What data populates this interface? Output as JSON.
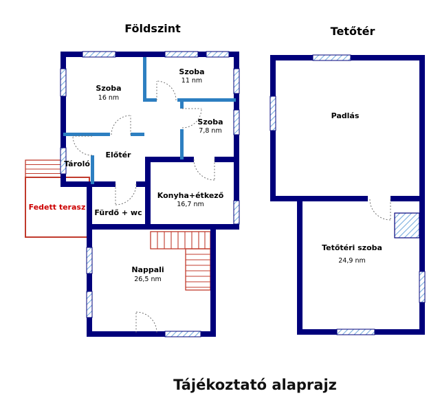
{
  "titles": {
    "ground_floor": "Földszint",
    "attic": "Tetőtér",
    "caption": "Tájékoztató alaprajz"
  },
  "ground_floor": {
    "rooms": {
      "szoba16": {
        "name": "Szoba",
        "area": "16 nm"
      },
      "szoba11": {
        "name": "Szoba",
        "area": "11 nm"
      },
      "szoba78": {
        "name": "Szoba",
        "area": "7,8 nm"
      },
      "tarolo": {
        "name": "Tároló"
      },
      "eloter": {
        "name": "Előtér"
      },
      "fedett_terasz": {
        "name": "Fedett terasz"
      },
      "furdo": {
        "name": "Fürdő + wc"
      },
      "konyha": {
        "name": "Konyha+étkező",
        "area": "16,7 nm"
      },
      "nappali": {
        "name": "Nappali",
        "area": "26,5 nm"
      }
    }
  },
  "attic": {
    "rooms": {
      "padlas": {
        "name": "Padlás"
      },
      "tetoteri_szoba": {
        "name": "Tetőtéri szoba",
        "area": "24,9 nm"
      }
    }
  },
  "colors": {
    "wall": "#00007b",
    "interior_wall": "#2d7fc1",
    "window": "#79aede",
    "stairs": "#c0392b",
    "terrace_text": "#cc0000"
  }
}
